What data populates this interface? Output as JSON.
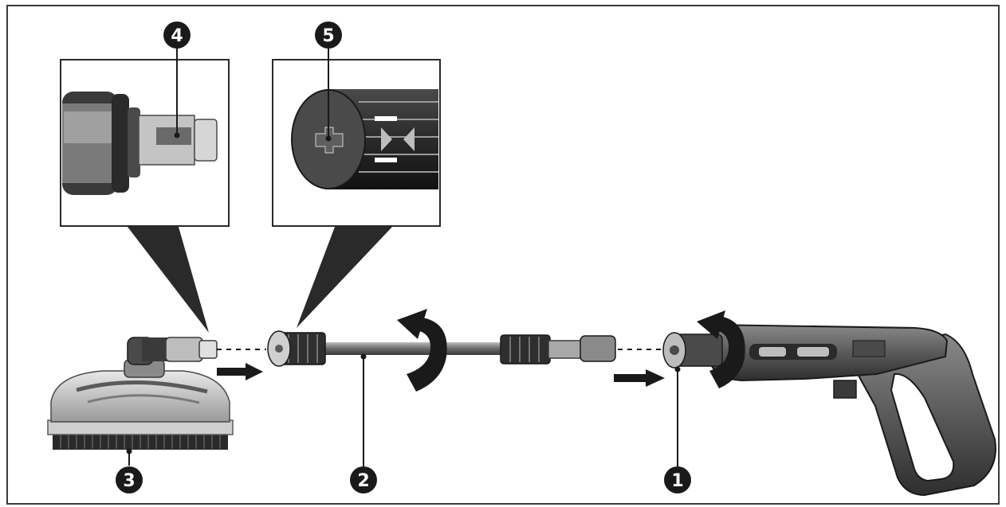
{
  "callouts": [
    {
      "id": "1",
      "label": "1"
    },
    {
      "id": "2",
      "label": "2"
    },
    {
      "id": "3",
      "label": "3"
    },
    {
      "id": "4",
      "label": "4"
    },
    {
      "id": "5",
      "label": "5"
    }
  ],
  "colors": {
    "ink": "#1a1a1a",
    "dark_gray": "#3a3a3a",
    "mid_gray": "#6e6e6e",
    "light_gray": "#a8a8a8",
    "pale_gray": "#d9d9d9",
    "background": "#ffffff"
  },
  "icons": [
    "rotate-arrow-icon",
    "push-arrow-icon"
  ]
}
